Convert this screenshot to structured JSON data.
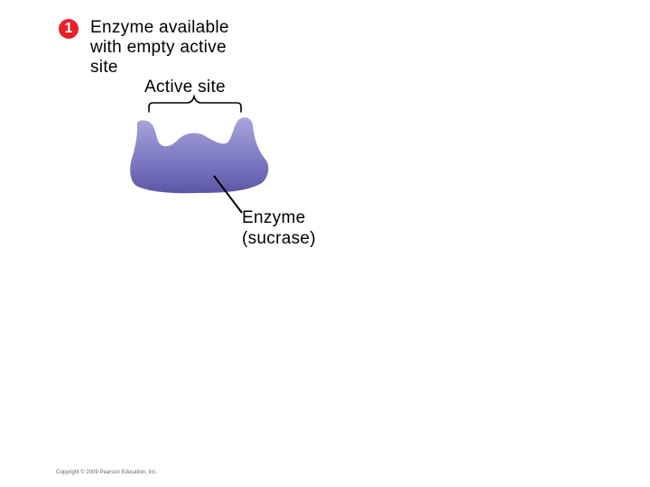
{
  "step": {
    "number": "1",
    "badge_color": "#e8202a",
    "lines": [
      "Enzyme available",
      "with empty active",
      "site"
    ]
  },
  "labels": {
    "active_site": "Active site",
    "enzyme_line1": "Enzyme",
    "enzyme_line2": "(sucrase)"
  },
  "colors": {
    "enzyme_fill": "#7e7ac4",
    "enzyme_dark": "#5b57a5",
    "enzyme_light": "#a9a6dc"
  },
  "copyright": "Copyright © 2009 Pearson Education, Inc."
}
